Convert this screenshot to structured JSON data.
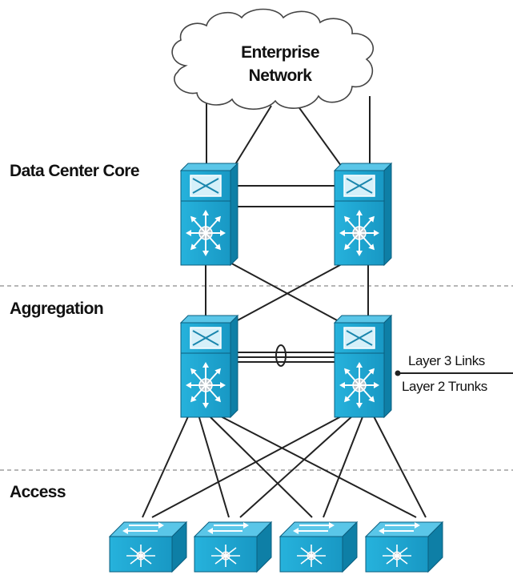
{
  "cloud": {
    "line1": "Enterprise",
    "line2": "Network"
  },
  "layers": {
    "core": "Data Center Core",
    "aggregation": "Aggregation",
    "access": "Access"
  },
  "legend": {
    "l3": "Layer 3 Links",
    "l2": "Layer 2 Trunks"
  },
  "colors": {
    "device": "#1aa3cf",
    "device_dark": "#0e7fa6",
    "device_light": "#5ac6e8",
    "link": "#222222",
    "divider": "#8a8a8a"
  },
  "icons": {
    "core_switch": "nexus-7000-switch-icon",
    "access_switch": "nexus-5000-switch-icon",
    "cloud": "cloud-icon"
  }
}
